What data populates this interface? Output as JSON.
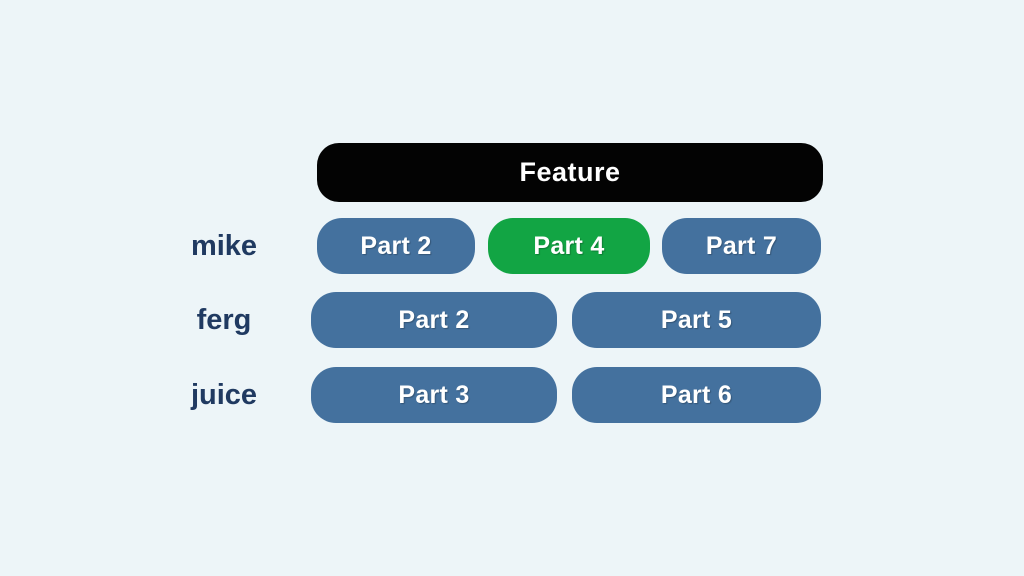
{
  "title": "Feature",
  "colors": {
    "background": "#EDF5F8",
    "feature_bar": "#030303",
    "pill_blue": "#44719E",
    "pill_green": "#12A544",
    "label_text": "#203A61",
    "pill_text": "#FFFFFF"
  },
  "rows": [
    {
      "label": "mike",
      "parts": [
        {
          "label": "Part 2",
          "color": "blue"
        },
        {
          "label": "Part 4",
          "color": "green"
        },
        {
          "label": "Part 7",
          "color": "blue"
        }
      ]
    },
    {
      "label": "ferg",
      "parts": [
        {
          "label": "Part 2",
          "color": "blue"
        },
        {
          "label": "Part 5",
          "color": "blue"
        }
      ]
    },
    {
      "label": "juice",
      "parts": [
        {
          "label": "Part 3",
          "color": "blue"
        },
        {
          "label": "Part 6",
          "color": "blue"
        }
      ]
    }
  ]
}
